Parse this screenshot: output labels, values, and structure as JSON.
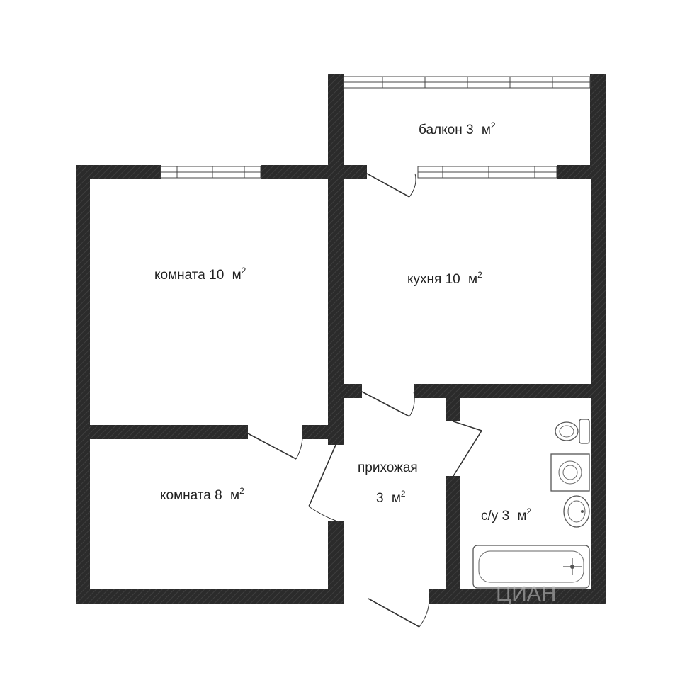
{
  "floor_plan": {
    "rooms": {
      "balcony": {
        "name": "балкон",
        "area": "3",
        "unit": "м",
        "sup": "2"
      },
      "kitchen": {
        "name": "кухня",
        "area": "10",
        "unit": "м",
        "sup": "2"
      },
      "room_big": {
        "name": "комната",
        "area": "10",
        "unit": "м",
        "sup": "2"
      },
      "room_small": {
        "name": "комната",
        "area": "8",
        "unit": "м",
        "sup": "2"
      },
      "hallway": {
        "name": "прихожая",
        "area": "3",
        "unit": "м",
        "sup": "2"
      },
      "bathroom": {
        "name": "с/у",
        "area": "3",
        "unit": "м",
        "sup": "2"
      }
    },
    "watermark": "ЦИАН",
    "colors": {
      "wall": "#2b2b2b",
      "background": "#ffffff",
      "text": "#222222"
    }
  }
}
